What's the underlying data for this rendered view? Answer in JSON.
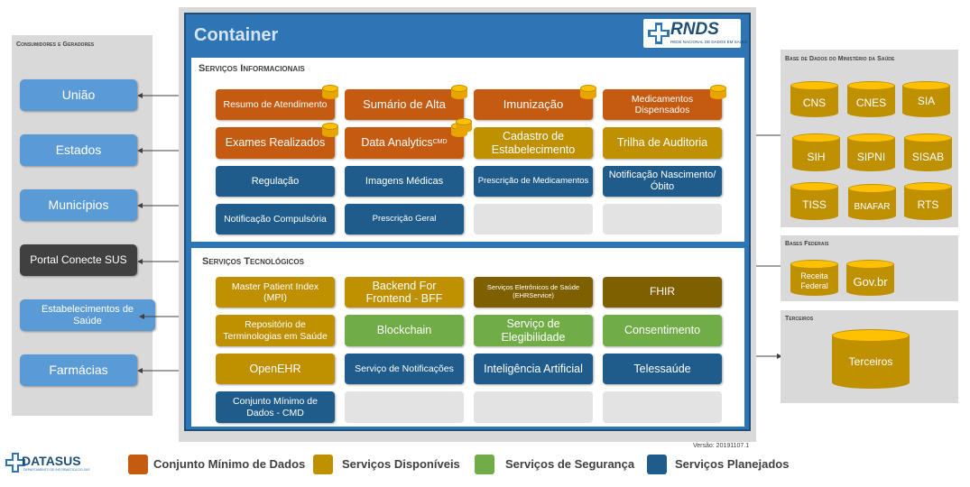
{
  "container": {
    "title": "Container",
    "version": "Versão: 20191107.1",
    "logo": {
      "name": "RNDS",
      "tagline": "REDE NACIONAL DE DADOS EM SAÚDE"
    }
  },
  "left_panel": {
    "title": "Consumidores e Geradores",
    "items": [
      "União",
      "Estados",
      "Municípios",
      "Portal Conecte SUS",
      "Estabelecimentos de Saúde",
      "Farmácias"
    ]
  },
  "informational": {
    "title": "Serviços Informacionais",
    "rows": [
      [
        {
          "label": "Resumo de Atendimento",
          "color": "orange"
        },
        {
          "label": "Sumário de Alta",
          "color": "orange"
        },
        {
          "label": "Imunização",
          "color": "orange"
        },
        {
          "label": "Medicamentos Dispensados",
          "color": "orange"
        }
      ],
      [
        {
          "label": "Exames Realizados",
          "color": "orange"
        },
        {
          "label": "Data Analytics",
          "sup": "CMD",
          "color": "orange"
        },
        {
          "label": "Cadastro de Estabelecimento",
          "color": "gold"
        },
        {
          "label": "Trilha de Auditoria",
          "color": "gold"
        }
      ],
      [
        {
          "label": "Regulação",
          "color": "blue"
        },
        {
          "label": "Imagens Médicas",
          "color": "blue"
        },
        {
          "label": "Prescrição de Medicamentos",
          "color": "blue"
        },
        {
          "label": "Notificação Nascimento/Óbito",
          "color": "blue"
        }
      ],
      [
        {
          "label": "Notificação Compulsória",
          "color": "blue"
        },
        {
          "label": "Prescrição Geral",
          "color": "blue"
        },
        {
          "label": "",
          "color": "empty"
        },
        {
          "label": "",
          "color": "empty"
        }
      ]
    ]
  },
  "technological": {
    "title": "Serviços Tecnológicos",
    "rows": [
      [
        {
          "label": "Master Patient Index (MPI)",
          "color": "gold"
        },
        {
          "label": "Backend For Frontend - BFF",
          "color": "gold"
        },
        {
          "label": "Serviços Eletrônicos de Saúde (EHRService)",
          "color": "brown"
        },
        {
          "label": "FHIR",
          "color": "brown"
        }
      ],
      [
        {
          "label": "Repositório de Terminologias em Saúde",
          "color": "gold"
        },
        {
          "label": "Blockchain",
          "color": "green"
        },
        {
          "label": "Serviço de Elegibilidade",
          "color": "green"
        },
        {
          "label": "Consentimento",
          "color": "green"
        }
      ],
      [
        {
          "label": "OpenEHR",
          "color": "gold"
        },
        {
          "label": "Serviço de Notificações",
          "color": "blue"
        },
        {
          "label": "Inteligência Artificial",
          "color": "blue"
        },
        {
          "label": "Telessaúde",
          "color": "blue"
        }
      ],
      [
        {
          "label": "Conjunto Mínimo de Dados - CMD",
          "color": "blue"
        },
        {
          "label": "",
          "color": "empty"
        },
        {
          "label": "",
          "color": "empty"
        },
        {
          "label": "",
          "color": "empty"
        }
      ]
    ]
  },
  "ministry_db": {
    "title": "Base de Dados do Ministério da Saúde",
    "items": [
      "CNS",
      "CNES",
      "SIA",
      "SIH",
      "SIPNI",
      "SISAB",
      "TISS",
      "BNAFAR",
      "RTS"
    ]
  },
  "federal_db": {
    "title": "Bases Federais",
    "items": [
      "Receita Federal",
      "Gov.br"
    ]
  },
  "third_party": {
    "title": "Terceiros",
    "items": [
      "Terceiros"
    ]
  },
  "legend": {
    "items": [
      {
        "label": "Conjunto Mínimo de Dados",
        "color": "#c55a11"
      },
      {
        "label": "Serviços Disponíveis",
        "color": "#bf9000"
      },
      {
        "label": "Serviços de Segurança",
        "color": "#70ad47"
      },
      {
        "label": "Serviços Planejados",
        "color": "#1f5c8b"
      }
    ]
  },
  "footer_logo": {
    "name": "DATASUS",
    "tagline": "DEPARTAMENTO DE INFORMÁTICA DO SUS"
  },
  "colors": {
    "orange": "#c55a11",
    "gold": "#bf9000",
    "blue": "#1f5c8b",
    "green": "#70ad47",
    "brown": "#7f6000",
    "container": "#2e75b6"
  }
}
